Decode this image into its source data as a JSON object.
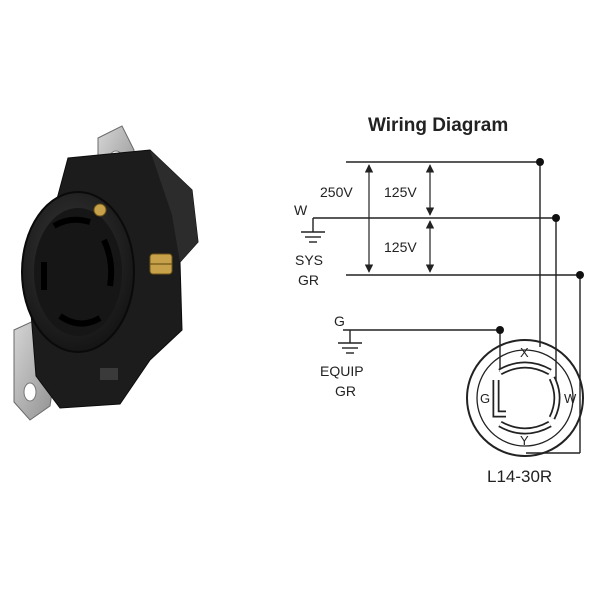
{
  "diagram": {
    "title": "Wiring Diagram",
    "voltage_labels": {
      "total": "250V",
      "upper_half": "125V",
      "lower_half": "125V"
    },
    "supply_labels": {
      "neutral": "W",
      "system_ground_line1": "SYS",
      "system_ground_line2": "GR",
      "equipment_ground": "G",
      "equipment_ground_line1": "EQUIP",
      "equipment_ground_line2": "GR"
    },
    "receptacle_terminals": {
      "x": "X",
      "y": "Y",
      "w": "W",
      "g": "G"
    },
    "receptacle_model": "L14-30R"
  },
  "photo": {
    "subject": "locking receptacle product photo",
    "colors": {
      "body": "#1e1e1e",
      "body_highlight": "#3a3a3a",
      "mount_strap": "#b9b9b9",
      "screw": "#c8a24a"
    }
  }
}
